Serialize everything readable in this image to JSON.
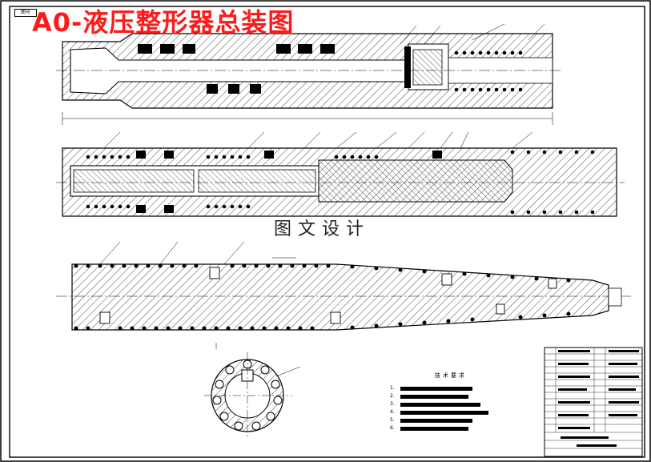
{
  "header": {
    "title": "A0-液压整形器总装图",
    "corner_tag": "图号"
  },
  "watermark": "图文设计",
  "tech_requirements": {
    "title": "技术要求",
    "items": [
      "1.",
      "2.",
      "3.",
      "4.",
      "5.",
      "6."
    ]
  },
  "colors": {
    "title_red": "#ff1a1a",
    "line": "#000000",
    "background": "#ffffff"
  }
}
